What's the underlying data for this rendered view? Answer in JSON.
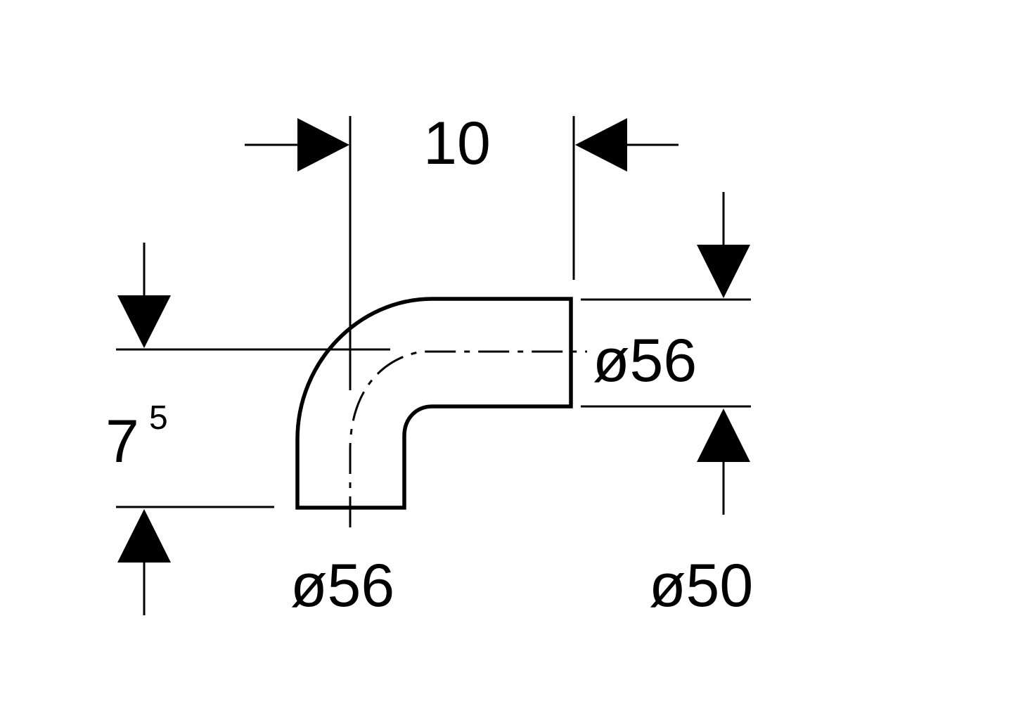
{
  "drawing": {
    "labels": {
      "horizontal_offset": "10",
      "vertical_offset_base": "7",
      "vertical_offset_exponent": "5",
      "outlet_diameter": "ø56",
      "inlet_diameter": "ø56",
      "socket_diameter": "ø50"
    },
    "colors": {
      "line": "#000000",
      "background": "#ffffff"
    }
  }
}
